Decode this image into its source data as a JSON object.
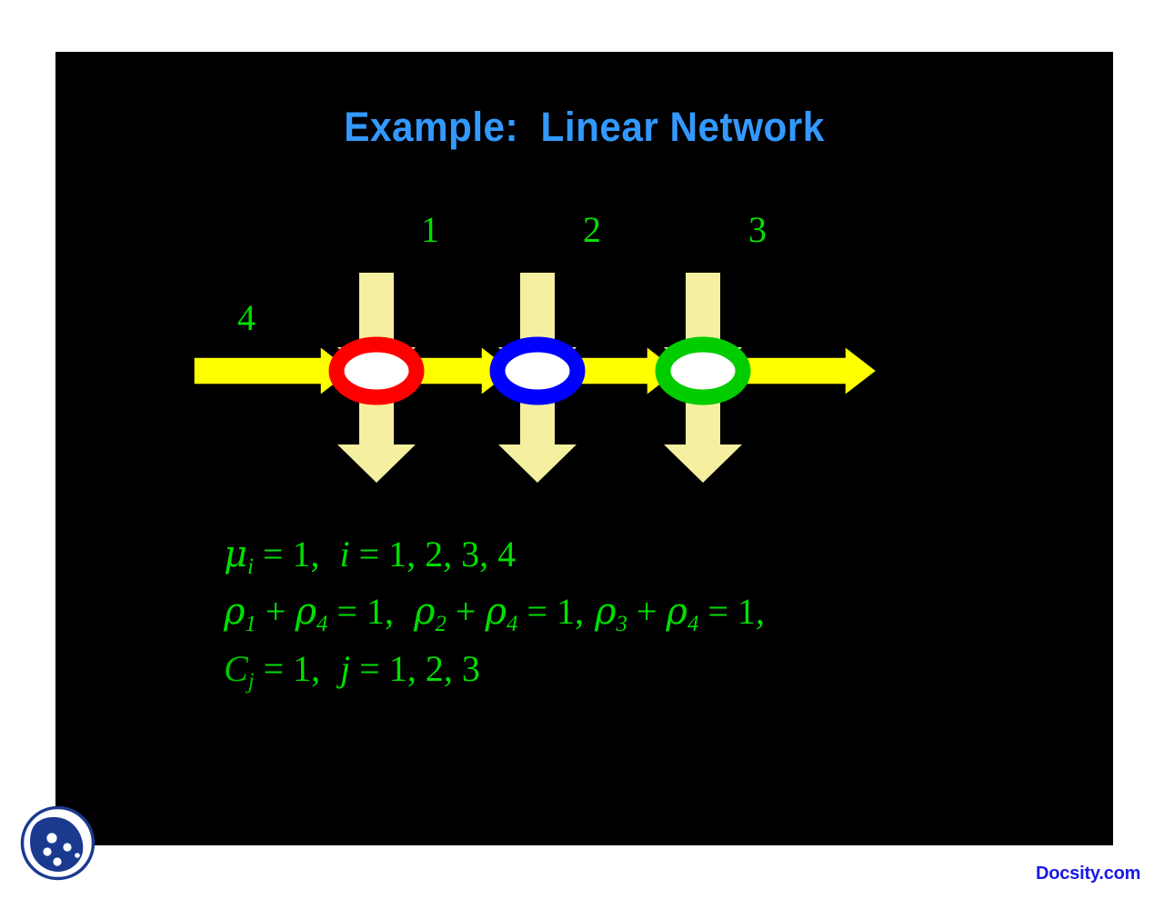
{
  "slide": {
    "title": "Example:  Linear Network",
    "background_color": "#000000",
    "title_color": "#3399ff"
  },
  "diagram": {
    "name": "linear-queueing-network",
    "description": "Three stations in series connected by a yellow flow arrow, each station fed by a vertical input arrow and drained by a vertical output arrow.",
    "node_label_color": "#00e000",
    "horizontal_arrow_color": "#ffff00",
    "vertical_arrow_color": "#f5f0a0",
    "node_fill_color": "#ffffff",
    "nodes": [
      {
        "id": "node-1",
        "label": "1",
        "ring_color": "#ff0000"
      },
      {
        "id": "node-2",
        "label": "2",
        "ring_color": "#0000ff"
      },
      {
        "id": "node-3",
        "label": "3",
        "ring_color": "#00cc00"
      }
    ],
    "link_label": "4"
  },
  "equations": {
    "line1": {
      "mu": "μ",
      "mu_sub": "i",
      "eq1": " = 1,",
      "i_var": "i",
      "eq2": " = 1, 2, 3, 4"
    },
    "line2": {
      "rho": "ρ",
      "terms": [
        {
          "sub_a": "1",
          "sub_b": "4",
          "value": "1,"
        },
        {
          "sub_a": "2",
          "sub_b": "4",
          "value": "1,"
        },
        {
          "sub_a": "3",
          "sub_b": "4",
          "value": "1,"
        }
      ],
      "plus": " + ",
      "equals": " = "
    },
    "line3": {
      "c": "C",
      "c_sub": "j",
      "eq1": " = 1,",
      "j_var": "j",
      "eq2": " = 1, 2, 3"
    },
    "plain": [
      "μ_i = 1,  i = 1, 2, 3, 4",
      "ρ_1 + ρ_4 = 1,  ρ_2 + ρ_4 = 1, ρ_3 + ρ_4 = 1,",
      "C_j = 1,  j = 1, 2, 3"
    ],
    "color": "#00e000"
  },
  "footer": {
    "wordmark": "Docsity.com",
    "wordmark_color": "#1a1ae6",
    "logo_name": "docsity-cookie-logo",
    "logo_color": "#1a3a8f"
  }
}
